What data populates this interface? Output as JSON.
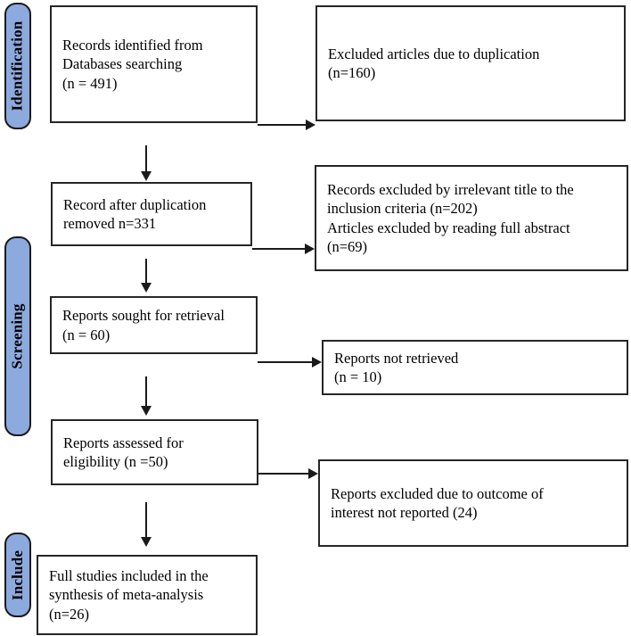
{
  "diagram": {
    "type": "prisma-flow-diagram",
    "accent_color": "#8DAADE",
    "border_color": "#262626",
    "background_color": "#FFFFFF"
  },
  "stages": [
    {
      "id": "identification",
      "label": "Identification"
    },
    {
      "id": "screening",
      "label": "Screening"
    },
    {
      "id": "include",
      "label": "Include"
    }
  ],
  "boxes": {
    "records_identified": "Records identified from\n    Databases searching\n(n = 491)",
    "excluded_duplication": "Excluded articles due to duplication\n(n=160)",
    "records_after_duplication": "Record after duplication\nremoved n=331",
    "excluded_title_abstract": "Records excluded by irrelevant title to the\ninclusion criteria (n=202)\nArticles excluded by reading full abstract\n(n=69)",
    "reports_sought": "Reports sought for retrieval\n(n = 60)",
    "reports_not_retrieved": "Reports not retrieved\n(n = 10)",
    "reports_assessed": "Reports assessed for\neligibility (n =50)",
    "reports_excluded_outcome": "Reports excluded due to outcome of\ninterest not reported (24)",
    "full_studies_included": "Full studies included in the\nsynthesis of meta-analysis\n(n=26)"
  },
  "chart_data": {
    "type": "diagram",
    "title": "PRISMA flow diagram",
    "nodes": [
      {
        "id": "records_identified",
        "stage": "Identification",
        "label": "Records identified from Databases searching",
        "n": 491
      },
      {
        "id": "excluded_duplication",
        "stage": "Identification",
        "label": "Excluded articles due to duplication",
        "n": 160
      },
      {
        "id": "records_after_duplication",
        "stage": "Screening",
        "label": "Record after duplication removed",
        "n": 331
      },
      {
        "id": "excluded_irrelevant_title",
        "stage": "Screening",
        "label": "Records excluded by irrelevant title to the inclusion criteria",
        "n": 202
      },
      {
        "id": "excluded_full_abstract",
        "stage": "Screening",
        "label": "Articles excluded by reading full abstract",
        "n": 69
      },
      {
        "id": "reports_sought",
        "stage": "Screening",
        "label": "Reports sought for retrieval",
        "n": 60
      },
      {
        "id": "reports_not_retrieved",
        "stage": "Screening",
        "label": "Reports not retrieved",
        "n": 10
      },
      {
        "id": "reports_assessed",
        "stage": "Screening",
        "label": "Reports assessed for eligibility",
        "n": 50
      },
      {
        "id": "reports_excluded_outcome",
        "stage": "Screening",
        "label": "Reports excluded due to outcome of interest not reported",
        "n": 24
      },
      {
        "id": "full_studies_included",
        "stage": "Include",
        "label": "Full studies included in the synthesis of meta-analysis",
        "n": 26
      }
    ],
    "edges": [
      {
        "from": "records_identified",
        "to": "excluded_duplication",
        "direction": "right"
      },
      {
        "from": "records_identified",
        "to": "records_after_duplication",
        "direction": "down"
      },
      {
        "from": "records_after_duplication",
        "to": "excluded_irrelevant_title",
        "direction": "right"
      },
      {
        "from": "records_after_duplication",
        "to": "reports_sought",
        "direction": "down"
      },
      {
        "from": "reports_sought",
        "to": "reports_not_retrieved",
        "direction": "right"
      },
      {
        "from": "reports_sought",
        "to": "reports_assessed",
        "direction": "down"
      },
      {
        "from": "reports_assessed",
        "to": "reports_excluded_outcome",
        "direction": "right"
      },
      {
        "from": "reports_assessed",
        "to": "full_studies_included",
        "direction": "down"
      }
    ]
  }
}
